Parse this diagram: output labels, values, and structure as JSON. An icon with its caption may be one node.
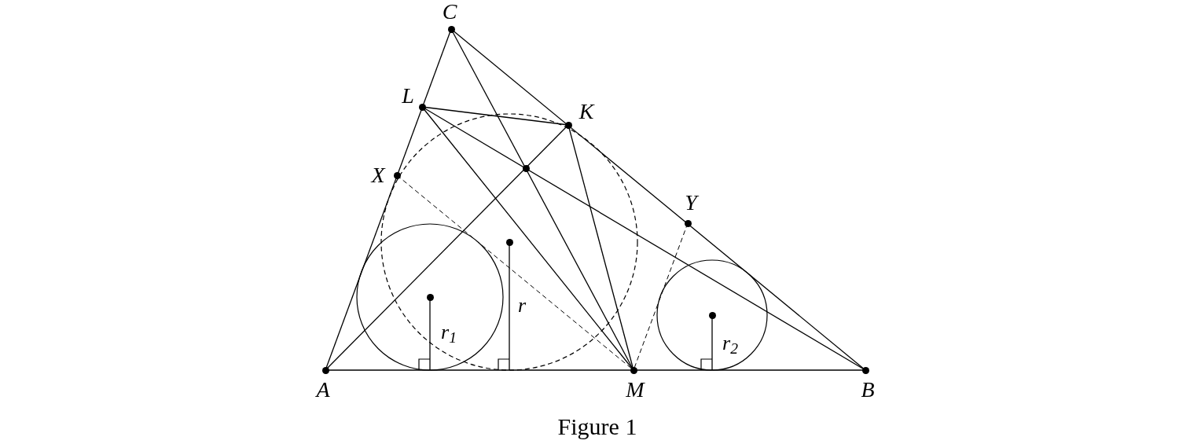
{
  "diagram": {
    "caption": "Figure 1",
    "nodes": [
      {
        "text": [
          "C"
        ]
      },
      {
        "text": [
          "L"
        ]
      },
      {
        "text": [
          "K"
        ]
      },
      {
        "text": [
          "X"
        ]
      },
      {
        "text": [],
        "shape": "circle"
      },
      {
        "text": [
          "Y"
        ]
      },
      {
        "text": [],
        "shape": "circle"
      },
      {
        "text": [],
        "shape": "circle"
      },
      {
        "text": [],
        "shape": "circle"
      },
      {
        "text": [
          "A"
        ]
      },
      {
        "text": [
          "M"
        ]
      },
      {
        "text": [
          "B"
        ]
      }
    ],
    "edges": [
      {
        "from": 9,
        "to": 0,
        "arrow": "none"
      },
      {
        "from": 0,
        "to": 11,
        "arrow": "none"
      },
      {
        "from": 9,
        "to": 11,
        "arrow": "none"
      },
      {
        "from": 0,
        "to": 10,
        "arrow": "none"
      },
      {
        "from": 1,
        "to": 2,
        "arrow": "none"
      },
      {
        "from": 1,
        "to": 10,
        "arrow": "none"
      },
      {
        "from": 1,
        "to": 11,
        "arrow": "none"
      },
      {
        "from": 9,
        "to": 2,
        "arrow": "none"
      },
      {
        "from": 2,
        "to": 10,
        "arrow": "none"
      },
      {
        "from": 3,
        "to": 10,
        "arrow": "none",
        "style": "dashed"
      },
      {
        "from": 5,
        "to": 10,
        "arrow": "none",
        "style": "dashed"
      },
      {
        "from": 7,
        "to": null,
        "arrow": "none"
      },
      {
        "from": 6,
        "to": null,
        "arrow": "none"
      },
      {
        "from": 8,
        "to": null,
        "arrow": "none"
      }
    ],
    "labels": [
      "r$_{1}$",
      "r",
      "r$_{2}$"
    ]
  }
}
